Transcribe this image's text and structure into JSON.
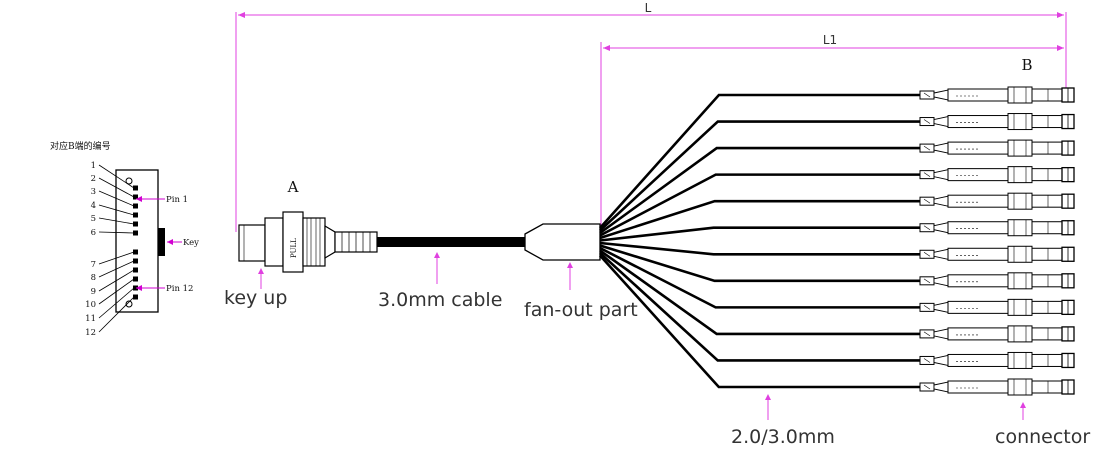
{
  "colors": {
    "dimension": "#e040e0",
    "line": "#000000",
    "accent": "#d000d0"
  },
  "dimensions": {
    "L": "L",
    "L1": "L1"
  },
  "labels": {
    "A": "A",
    "B": "B",
    "key_up": "key up",
    "cable": "3.0mm cable",
    "fanout": "fan-out part",
    "tube": "2.0/3.0mm",
    "connector": "connector",
    "pull": "PULL"
  },
  "pinout": {
    "title": "对应B端的编号",
    "numbers": [
      "1",
      "2",
      "3",
      "4",
      "5",
      "6",
      "7",
      "8",
      "9",
      "10",
      "11",
      "12"
    ],
    "pin1": "Pin 1",
    "pin12": "Pin 12",
    "key": "Key"
  }
}
